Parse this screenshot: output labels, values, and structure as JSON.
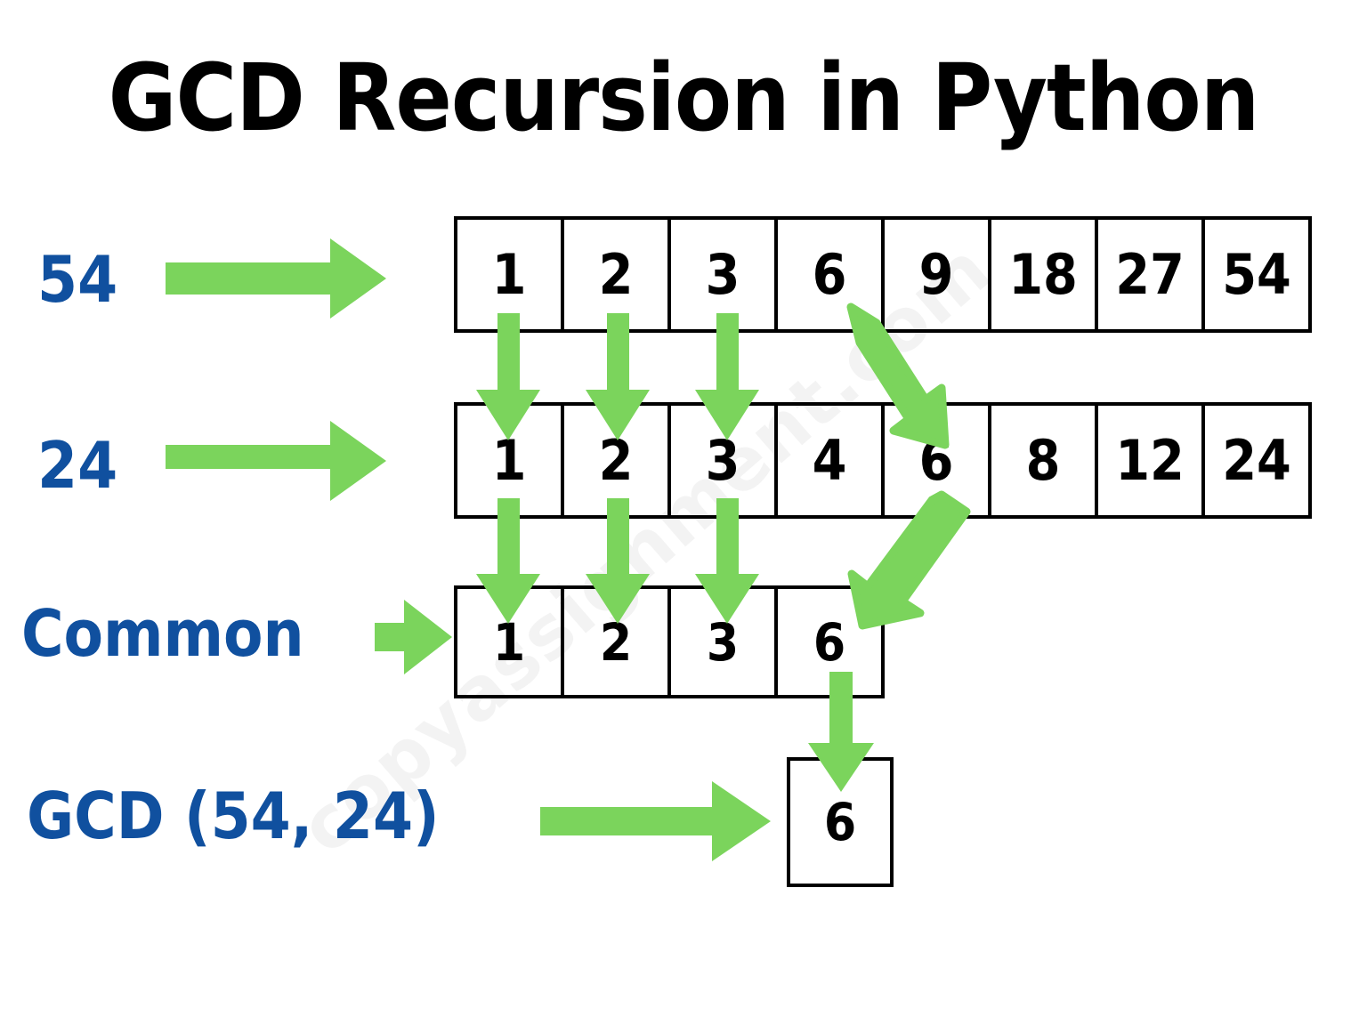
{
  "page": {
    "title": "GCD Recursion in Python",
    "watermark": "copyassignment.com",
    "colors": {
      "arrow_green": "#7BD45C",
      "label_blue": "#10509F",
      "box_border": "#000000",
      "background": "#FFFFFF",
      "text_black": "#000000"
    }
  },
  "labels": {
    "row1": "54",
    "row2": "24",
    "row3": "Common",
    "row4": "GCD (54, 24)"
  },
  "rows": {
    "divisors_of_54": [
      "1",
      "2",
      "3",
      "6",
      "9",
      "18",
      "27",
      "54"
    ],
    "divisors_of_24": [
      "1",
      "2",
      "3",
      "4",
      "6",
      "8",
      "12",
      "24"
    ],
    "common_divisors": [
      "1",
      "2",
      "3",
      "6"
    ],
    "result": "6"
  },
  "icons": {
    "label_arrow_54": "arrow-right-icon",
    "label_arrow_24": "arrow-right-icon",
    "label_arrow_common": "arrow-right-icon",
    "label_arrow_gcd": "arrow-right-icon",
    "match_arrows_row1_to_row2": "arrow-down-icon",
    "match_arrows_row2_to_row3": "arrow-down-icon",
    "diagonal_arrow_6_row1_to_row2": "arrow-down-right-icon",
    "diagonal_arrow_6_row2_to_row3": "arrow-down-left-icon",
    "result_arrow": "arrow-down-icon"
  }
}
